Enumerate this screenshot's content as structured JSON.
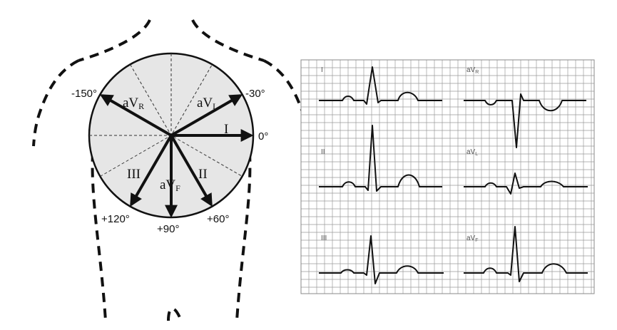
{
  "hexaxial": {
    "degrees": {
      "minus150": "-150°",
      "minus30": "-30°",
      "zero": "0°",
      "plus60": "+60°",
      "plus90": "+90°",
      "plus120": "+120°"
    },
    "leads": {
      "avr": {
        "main": "aV",
        "sub": "R"
      },
      "avl": {
        "main": "aV",
        "sub": "L"
      },
      "i": "I",
      "ii": "II",
      "iii": "III",
      "avf": {
        "main": "aV",
        "sub": "F"
      }
    }
  },
  "ecg": {
    "labels": {
      "i": "I",
      "avr": {
        "main": "aV",
        "sub": "R"
      },
      "ii": "II",
      "avl": {
        "main": "aV",
        "sub": "L"
      },
      "iii": "III",
      "avf": {
        "main": "aV",
        "sub": "F"
      }
    }
  },
  "colors": {
    "circle_fill": "#e6e6e6",
    "grid_line": "#9a9a9a",
    "ink": "#111111"
  }
}
